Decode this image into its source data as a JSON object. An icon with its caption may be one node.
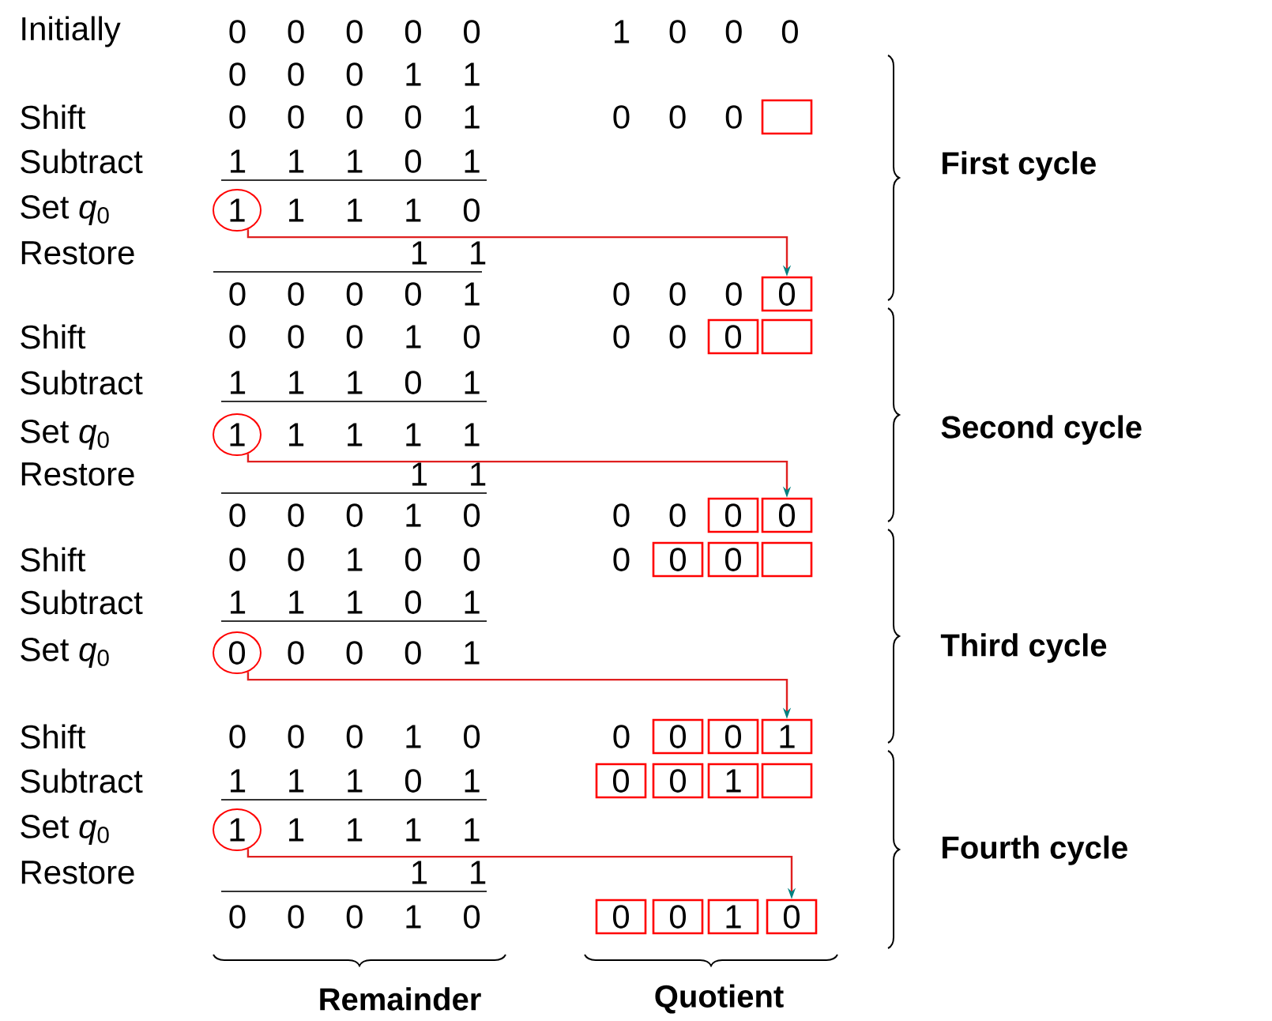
{
  "diagram": {
    "nodes": [
      {
        "text": [],
        "shape": "box"
      },
      {
        "text": [
          "1"
        ]
      },
      {
        "text": [
          "0"
        ]
      },
      {
        "text": [
          "0"
        ]
      },
      {
        "text": [],
        "shape": "box"
      },
      {
        "text": [
          "1"
        ]
      },
      {
        "text": [
          "0"
        ]
      },
      {
        "text": [
          "0"
        ]
      },
      {
        "text": [
          "0"
        ]
      },
      {
        "text": [
          "0"
        ]
      },
      {
        "text": [],
        "shape": "box"
      },
      {
        "text": [
          "0"
        ]
      },
      {
        "text": [
          "0"
        ]
      },
      {
        "text": [
          "0"
        ]
      },
      {
        "text": [
          "1"
        ]
      },
      {
        "text": [
          "0"
        ]
      },
      {
        "text": [
          "0"
        ]
      },
      {
        "text": [
          "1"
        ]
      },
      {
        "text": [],
        "shape": "box"
      },
      {
        "text": [
          "1"
        ]
      },
      {
        "text": [
          "0"
        ]
      },
      {
        "text": [
          "0"
        ]
      },
      {
        "text": [
          "1"
        ]
      },
      {
        "text": [
          "0"
        ]
      }
    ],
    "edges": [
      {
        "from": 1,
        "to": 2,
        "arrow": "to"
      },
      {
        "from": 5,
        "to": 7,
        "arrow": "to"
      },
      {
        "from": 11,
        "to": 14,
        "arrow": "to"
      },
      {
        "from": 19,
        "to": 23,
        "arrow": "to"
      }
    ],
    "labels": [
      "Initially",
      "0 0 0 0 0",
      "1 0 0 0",
      "0 0 0 1 1",
      "Shift",
      "0 0 0 0 1",
      "0 0 0",
      "Subtract",
      "1 1 1 0 1",
      "Set *q*$_{0}$",
      "1 1 1 0",
      "Restore",
      "1 1",
      "0 0 0 0 1",
      "0 0 0",
      "Shift",
      "0 0 0 1 0",
      "0 0",
      "Subtract",
      "1 1 1 0 1",
      "Set *q*$_{0}$",
      "1 1 1 1",
      "Restore",
      "1 1",
      "0 0 0 1 0",
      "0 0",
      "Shift",
      "0 0 1 0 0",
      "0",
      "Subtract",
      "1 1 1 0 1",
      "Set *q*$_{0}$",
      "0 0 0 1",
      "Shift",
      "0 0 0 1 0",
      "0",
      "Subtract",
      "1 1 1 0 1",
      "Set *q*$_{0}$",
      "1 1 1 1",
      "Restore",
      "1 1",
      "0 0 0 1 0",
      "First cycle",
      "Second cycle",
      "Third cycle",
      "Fourth cycle",
      "Remainder",
      "Quotient"
    ]
  }
}
